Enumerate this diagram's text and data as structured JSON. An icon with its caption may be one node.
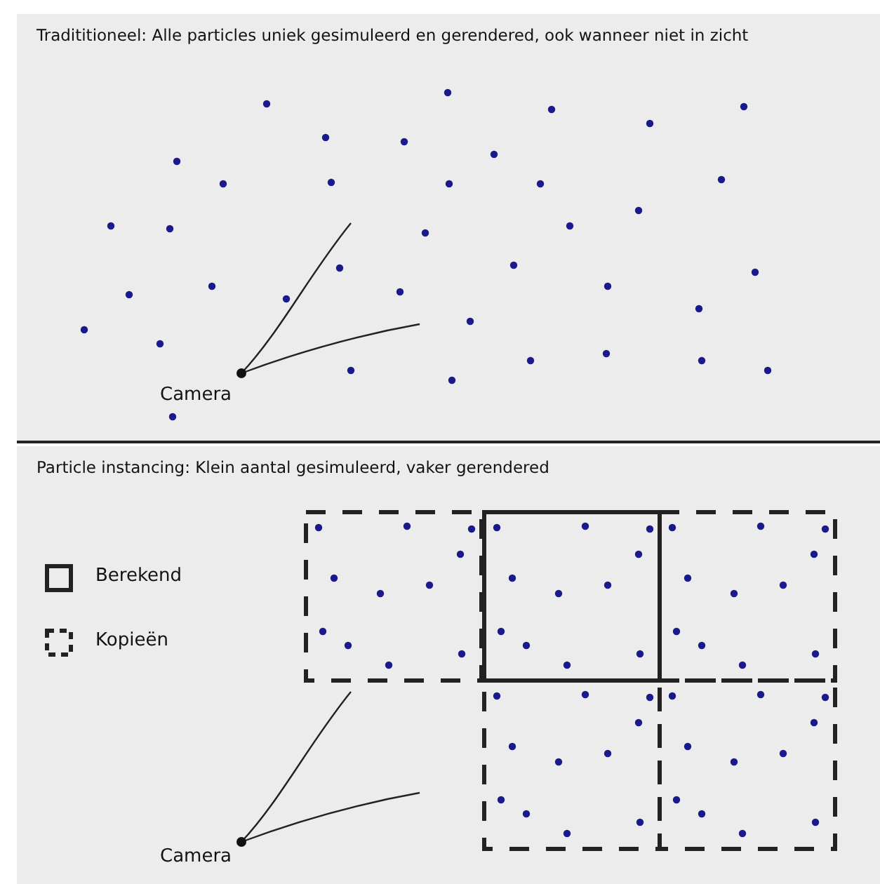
{
  "diagram": {
    "nodes": [
      {
        "text": [
          "Tradititioneel: Alle particles uniek gesimuleerd en gerendered, ook wanneer niet in zicht"
        ]
      },
      {
        "text": [
          "Particle instancing: Klein aantal gesimuleerd, vaker gerendered"
        ]
      }
    ],
    "edges": [],
    "labels": [
      "Camera",
      "Camera"
    ],
    "legend": [
      {
        "text": "Berekend"
      },
      {
        "text": "Kopieën"
      }
    ]
  }
}
